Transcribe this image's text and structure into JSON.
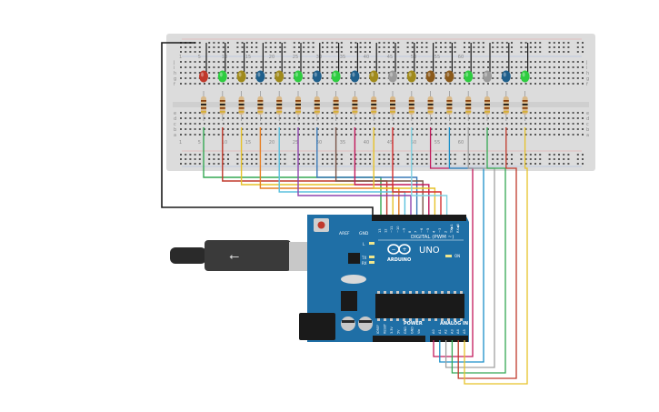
{
  "breadcrumb_title": "",
  "breadboard": {
    "column_numbers": [
      "1",
      "5",
      "10",
      "15",
      "20",
      "25",
      "30",
      "35",
      "40",
      "45",
      "50",
      "55",
      "60"
    ],
    "row_letters_top": [
      "j",
      "i",
      "h",
      "g",
      "f"
    ],
    "row_letters_bottom": [
      "e",
      "d",
      "c",
      "b",
      "a"
    ]
  },
  "leds": [
    {
      "color": "#c0392b"
    },
    {
      "color": "#2ecc40"
    },
    {
      "color": "#a08a1c"
    },
    {
      "color": "#1f5f8b"
    },
    {
      "color": "#a08a1c"
    },
    {
      "color": "#2ecc40"
    },
    {
      "color": "#1f5f8b"
    },
    {
      "color": "#2ecc40"
    },
    {
      "color": "#1f5f8b"
    },
    {
      "color": "#a08a1c"
    },
    {
      "color": "#9a9a9a"
    },
    {
      "color": "#a08a1c"
    },
    {
      "color": "#8b5a1b"
    },
    {
      "color": "#8b5a1b"
    },
    {
      "color": "#2ecc40"
    },
    {
      "color": "#9a9a9a"
    },
    {
      "color": "#1f5f8b"
    },
    {
      "color": "#2ecc40"
    }
  ],
  "wire_colors": [
    "#34a853",
    "#c0392b",
    "#e6c229",
    "#e67e22",
    "#5bc0de",
    "#8e44ad",
    "#3a7ab8",
    "#795548",
    "#c2185b",
    "#e6c229",
    "#d32f2f",
    "#7fd0e0",
    "#8e44ad",
    "#c2185b",
    "#1a8fc9",
    "#a0a0a0"
  ],
  "arduino": {
    "board_color": "#1f6fa6",
    "logo_text": "ARDUINO",
    "model_text": "UNO",
    "digital_label": "DIGITAL (PWM ~)",
    "power_label": "POWER",
    "analog_label": "ANALOG IN",
    "on_label": "ON",
    "tx_label": "TX",
    "rx_label": "RX",
    "l_label": "L",
    "aref_label": "AREF",
    "gnd_label": "GND",
    "digital_pins": [
      "13",
      "12",
      "~11",
      "~10",
      "~9",
      "8",
      "7",
      "~6",
      "~5",
      "4",
      "~3",
      "2",
      "TX▶1",
      "RX◀0"
    ],
    "analog_pins": [
      "A0",
      "A1",
      "A2",
      "A3",
      "A4",
      "A5"
    ],
    "power_pins": [
      "IOREF",
      "RESET",
      "3.3V",
      "5V",
      "GND",
      "GND",
      "Vin"
    ]
  }
}
